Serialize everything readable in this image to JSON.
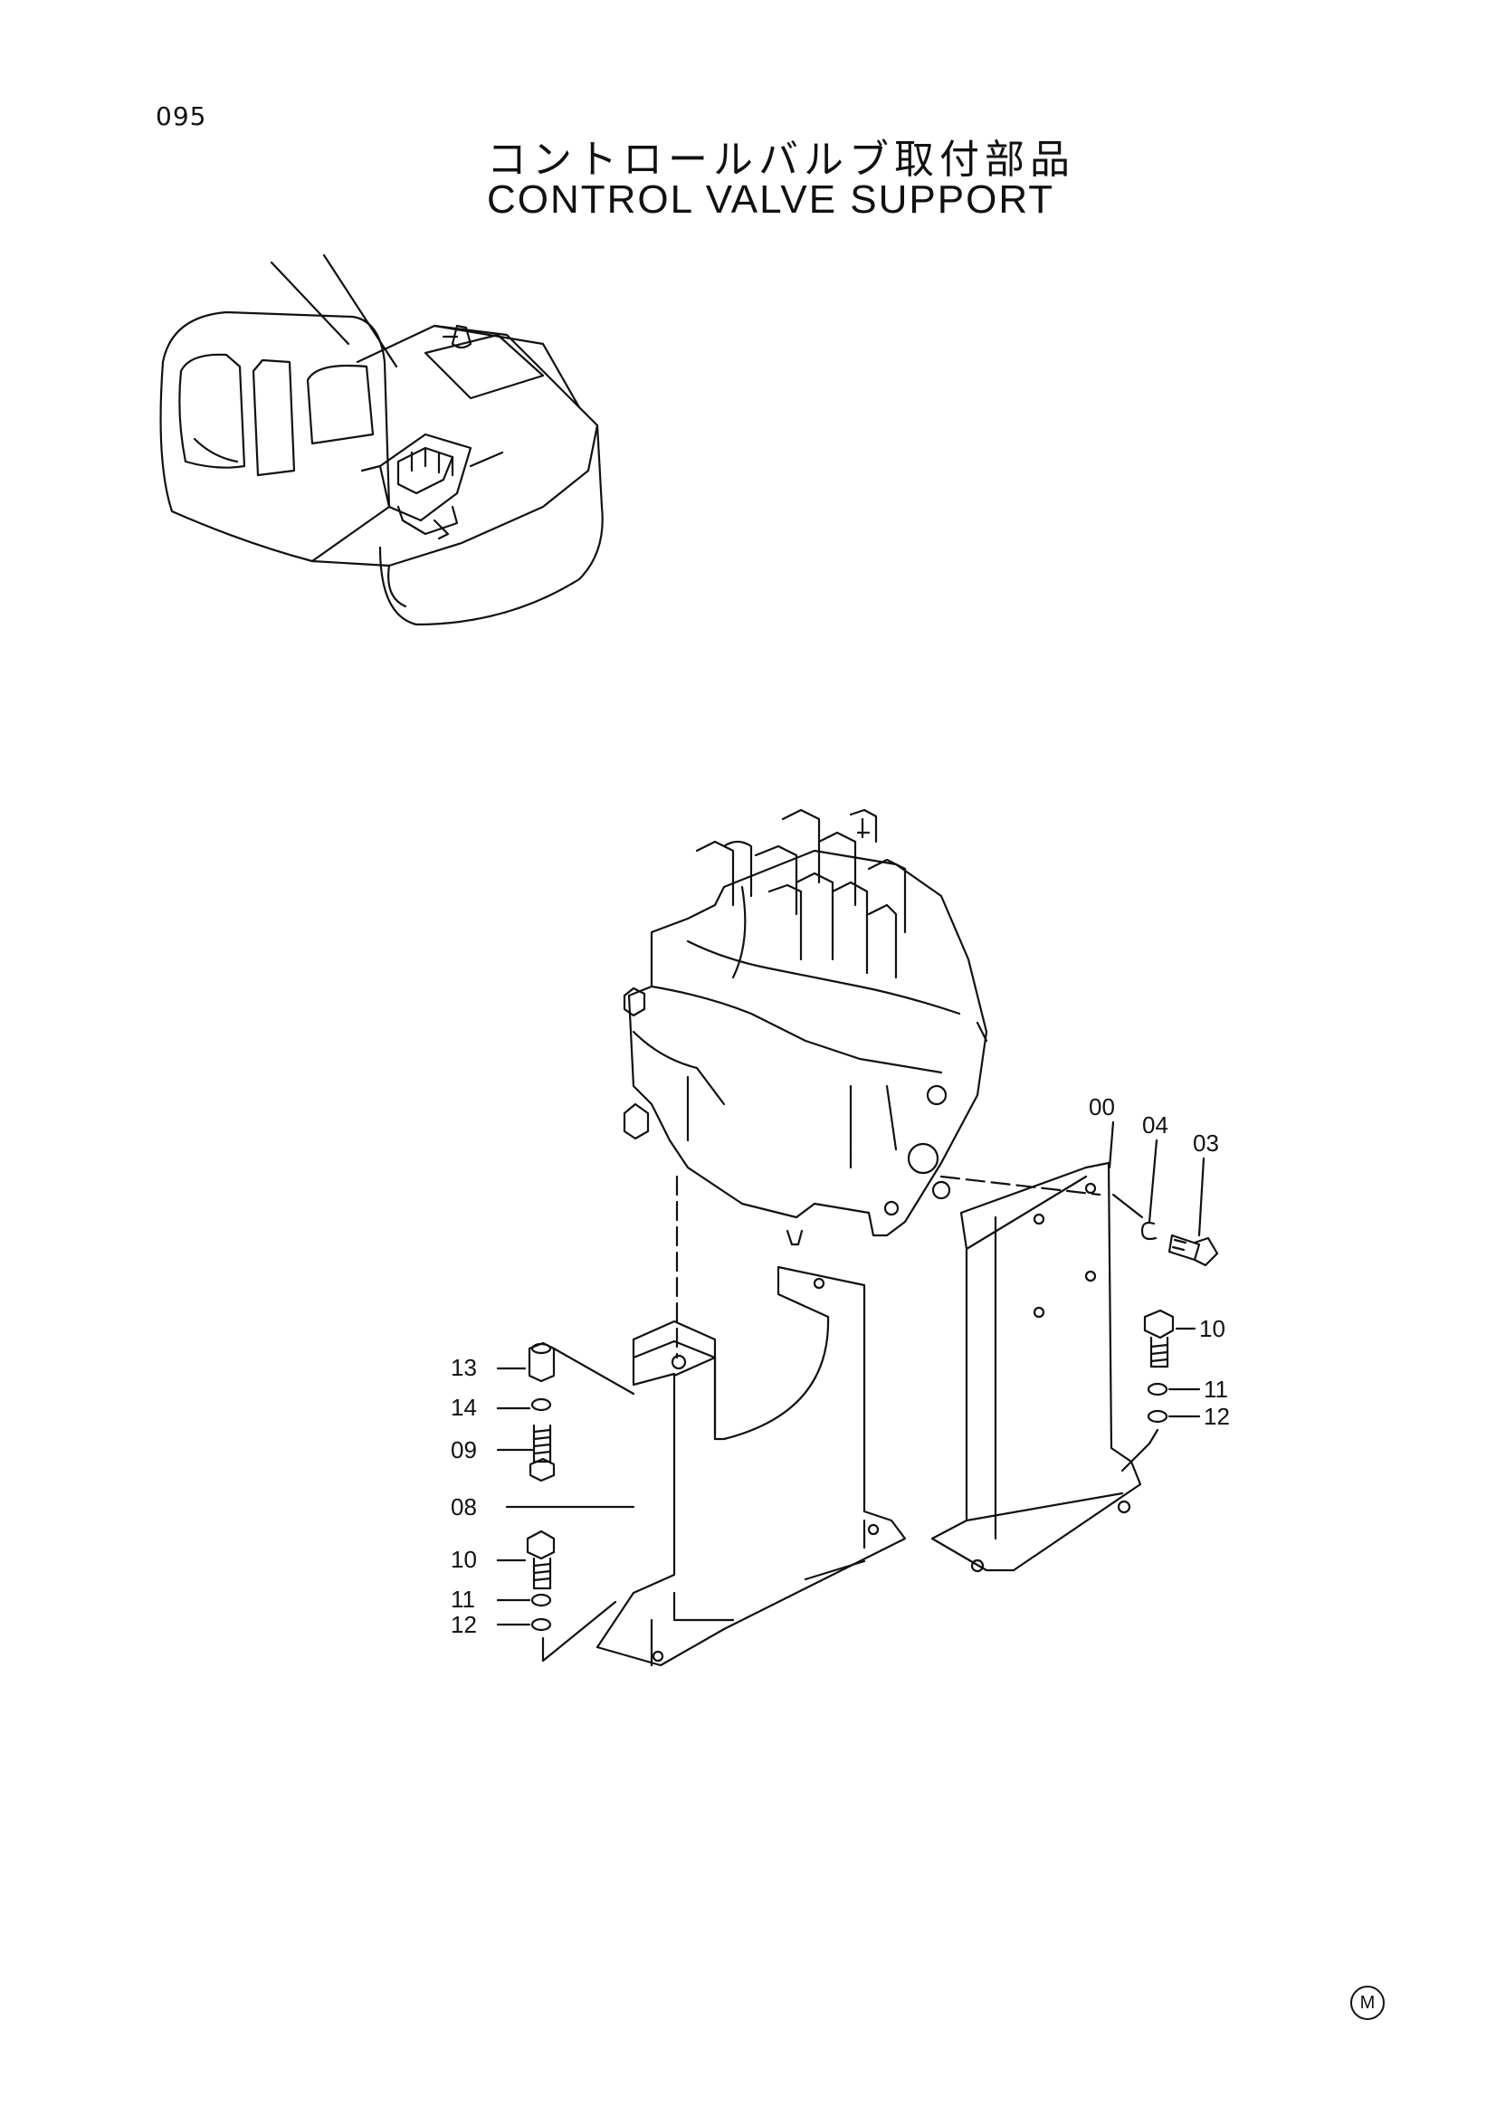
{
  "page": {
    "number": "095",
    "title_jp": "コントロールバルブ取付部品",
    "title_en": "CONTROL VALVE SUPPORT",
    "footer_mark": "M"
  },
  "callouts": {
    "c00": "00",
    "c04": "04",
    "c03": "03",
    "c10r": "10",
    "c11r": "11",
    "c12r": "12",
    "c13": "13",
    "c14": "14",
    "c09": "09",
    "c08": "08",
    "c10l": "10",
    "c11l": "11",
    "c12l": "12"
  }
}
